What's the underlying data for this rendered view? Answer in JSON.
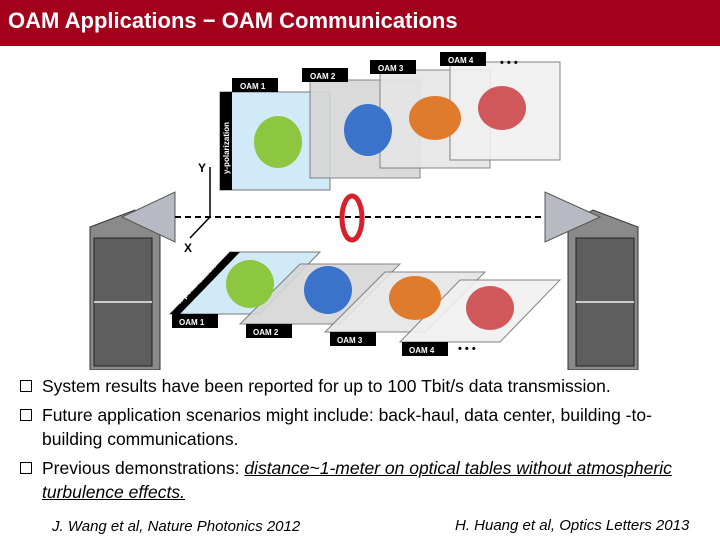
{
  "slide": {
    "title": "OAM Applications − OAM Communications",
    "accent_color": "#a3001b"
  },
  "diagram": {
    "upper_tabs": [
      "OAM 1",
      "OAM 2",
      "OAM 3",
      "OAM 4"
    ],
    "lower_tabs": [
      "OAM 1",
      "OAM 2",
      "OAM 3",
      "OAM 4"
    ],
    "ellipsis_top": "• • •",
    "ellipsis_bottom": "• • •",
    "y_pol_label": "y-polarization",
    "x_pol_label": "x-polarization",
    "axis_y": "Y",
    "axis_x": "X",
    "beam_colors": [
      "#8dc63f",
      "#3a73c9",
      "#e07a2c",
      "#d0575a"
    ]
  },
  "bullets": [
    "System results have been reported for up to 100 Tbit/s data transmission.",
    "Future application scenarios might include: back-haul, data center, building -to-building communications."
  ],
  "bullet3": {
    "prefix": "Previous demonstrations: ",
    "underlined": "distance~1-meter on optical tables without atmospheric turbulence effects."
  },
  "citations": {
    "left": "J. Wang et al, Nature Photonics 2012",
    "right": "H. Huang et al, Optics Letters 2013"
  }
}
